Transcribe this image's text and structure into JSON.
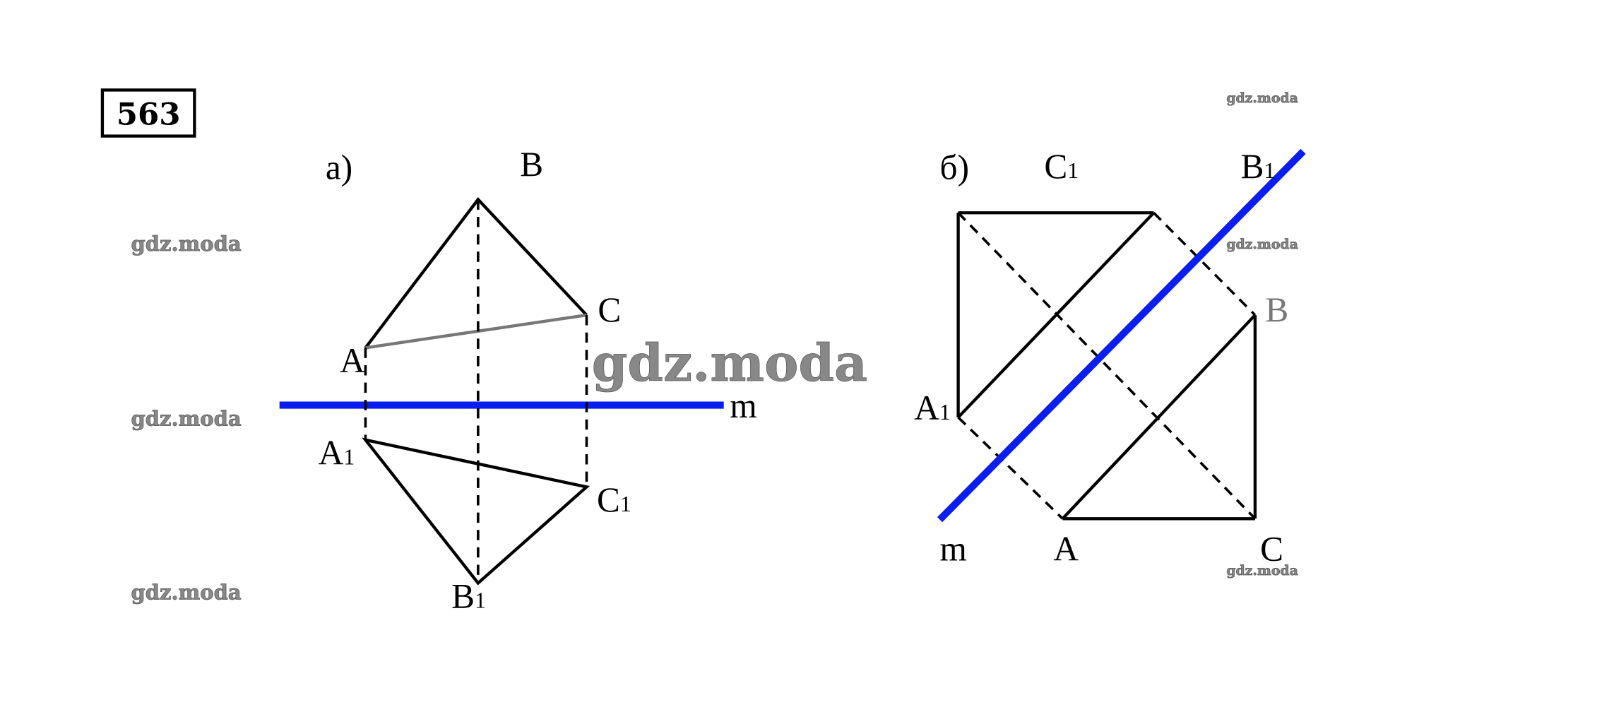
{
  "problem_number": "563",
  "watermark": "gdz.moda",
  "colors": {
    "axis_line": "#0a1ef0",
    "lines": "#000000"
  },
  "part_a": {
    "label": "а)",
    "points": {
      "B": "B",
      "C": "C",
      "A": "A",
      "A1": "A",
      "C1": "C",
      "B1": "B"
    },
    "subscript": "1",
    "line_label": "m"
  },
  "part_b": {
    "label": "б)",
    "points": {
      "C1": "C",
      "B1": "B",
      "B": "B",
      "A1": "A",
      "A": "A",
      "C": "C"
    },
    "subscript": "1",
    "line_label": "m"
  }
}
